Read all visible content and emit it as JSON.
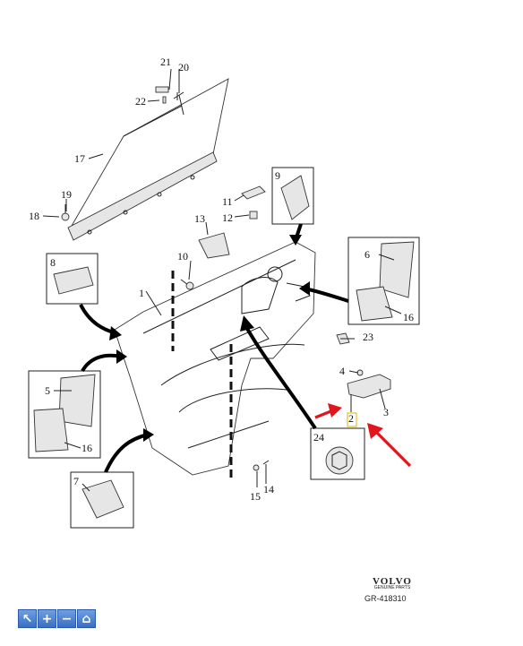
{
  "diagram": {
    "callouts": {
      "c1": "1",
      "c2": "2",
      "c3": "3",
      "c4": "4",
      "c5": "5",
      "c6": "6",
      "c7": "7",
      "c8": "8",
      "c9": "9",
      "c10": "10",
      "c11": "11",
      "c12": "12",
      "c13": "13",
      "c14": "14",
      "c15": "15",
      "c16a": "16",
      "c16b": "16",
      "c17": "17",
      "c18": "18",
      "c19": "19",
      "c20": "20",
      "c21": "21",
      "c22": "22",
      "c23": "23",
      "c24": "24"
    }
  },
  "footer": {
    "brand": "VOLVO",
    "brand_sub": "GENUINE PARTS",
    "ref_code": "GR-418310"
  },
  "toolbar": {
    "buttons": [
      {
        "icon": "pointer-icon",
        "glyph": "↖"
      },
      {
        "icon": "zoom-in-icon",
        "glyph": "+"
      },
      {
        "icon": "zoom-out-icon",
        "glyph": "−"
      },
      {
        "icon": "home-icon",
        "glyph": "⌂"
      }
    ]
  },
  "colors": {
    "highlight_arrow": "#e3141b",
    "toolbar_blue": "#3a6fc6"
  }
}
